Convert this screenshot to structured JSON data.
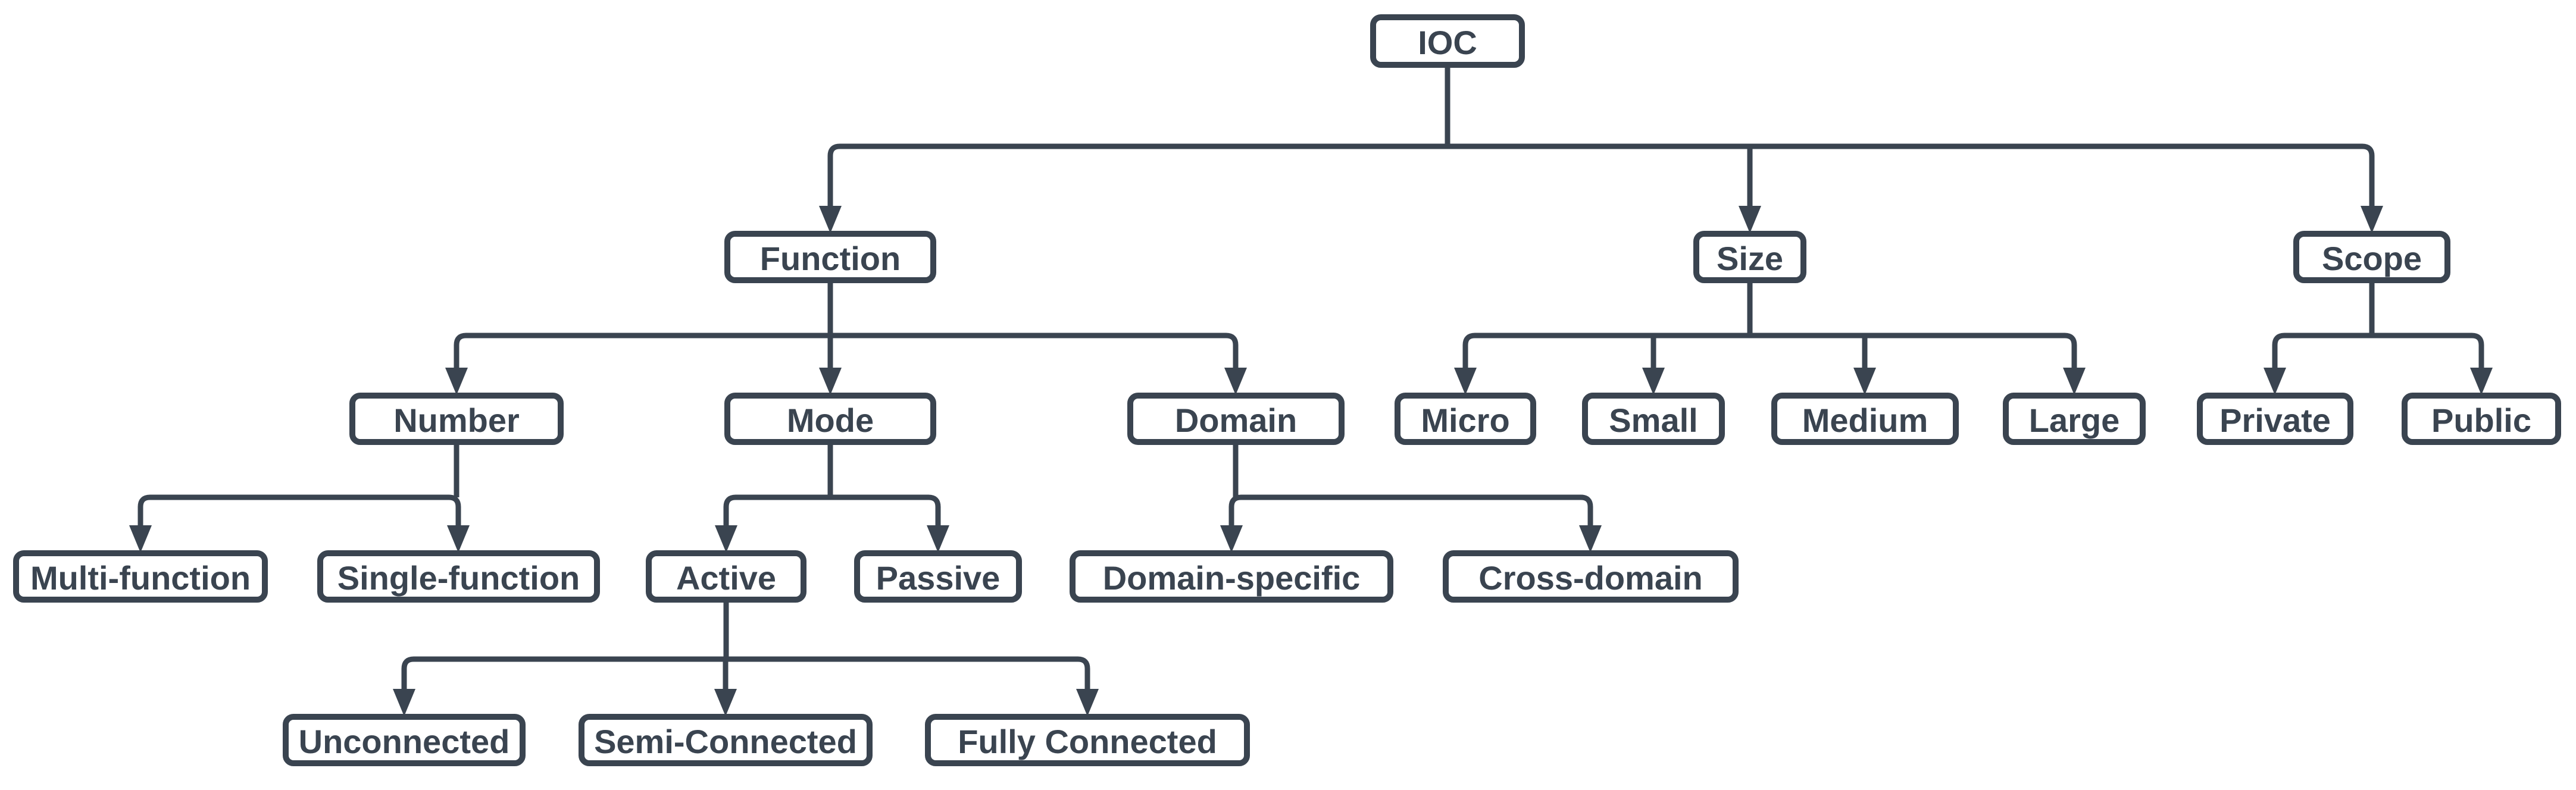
{
  "diagram": {
    "type": "tree",
    "stroke_color": "#3a4450",
    "background_color": "#ffffff",
    "nodes": {
      "ioc": "IOC",
      "function": "Function",
      "size": "Size",
      "scope": "Scope",
      "number": "Number",
      "mode": "Mode",
      "domain": "Domain",
      "micro": "Micro",
      "small": "Small",
      "medium": "Medium",
      "large": "Large",
      "private": "Private",
      "public": "Public",
      "multi_function": "Multi-function",
      "single_function": "Single-function",
      "active": "Active",
      "passive": "Passive",
      "domain_specific": "Domain-specific",
      "cross_domain": "Cross-domain",
      "unconnected": "Unconnected",
      "semi_connected": "Semi-Connected",
      "fully_connected": "Fully Connected"
    },
    "hierarchy": {
      "IOC": [
        "Function",
        "Size",
        "Scope"
      ],
      "Function": [
        "Number",
        "Mode",
        "Domain"
      ],
      "Size": [
        "Micro",
        "Small",
        "Medium",
        "Large"
      ],
      "Scope": [
        "Private",
        "Public"
      ],
      "Number": [
        "Multi-function",
        "Single-function"
      ],
      "Mode": [
        "Active",
        "Passive"
      ],
      "Domain": [
        "Domain-specific",
        "Cross-domain"
      ],
      "Active": [
        "Unconnected",
        "Semi-Connected",
        "Fully Connected"
      ]
    }
  }
}
